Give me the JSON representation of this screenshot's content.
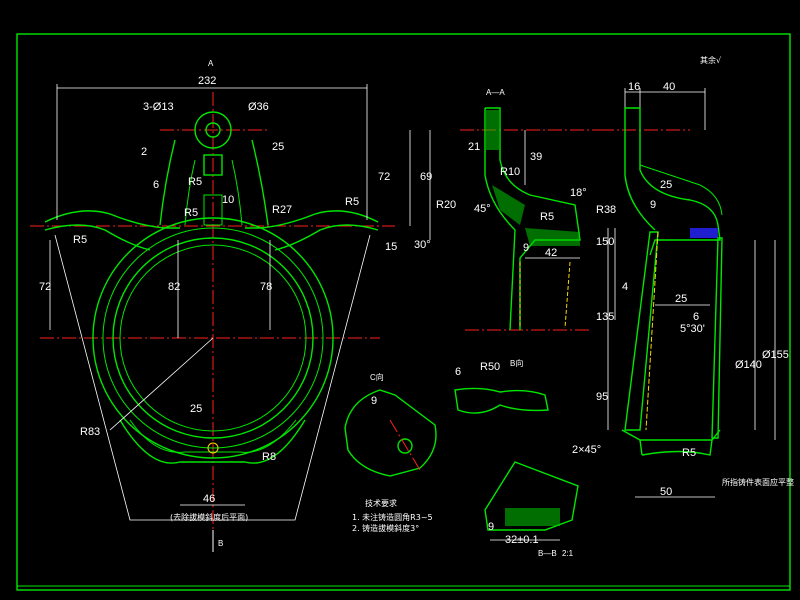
{
  "drawing": {
    "frame_color": "#00e600",
    "centerline_color": "#ff2020",
    "dimension_color": "#ffffff",
    "roughness_mark": "其余√",
    "front_view": {
      "dims": {
        "width": "232",
        "holes": "3-Ø13",
        "boss": "Ø36",
        "d25": "25",
        "d2": "2",
        "d6": "6",
        "r5a": "R5",
        "d10": "10",
        "r5b": "R5",
        "r27": "R27",
        "d72v": "72",
        "d69": "69",
        "r5c": "R5",
        "r5d": "R5",
        "d72l": "72",
        "d82": "82",
        "d78": "78",
        "d30": "30°",
        "d15": "15",
        "r83": "R83",
        "d25b": "25",
        "r8": "R8",
        "d46": "46",
        "marker_a": "A",
        "marker_b": "B"
      },
      "caption": "(去除拔模斜度后平面)"
    },
    "section_aa": {
      "title": "A—A",
      "dims": {
        "d21": "21",
        "r10": "R10",
        "d39": "39",
        "r20": "R20",
        "d45": "45°",
        "r5": "R5",
        "d18": "18°",
        "r38": "R38",
        "d9": "9",
        "d42": "42"
      }
    },
    "view_c": {
      "title": "C向",
      "dims": {
        "d9": "9"
      }
    },
    "view_b": {
      "title": "B向",
      "dims": {
        "d6": "6",
        "r50": "R50"
      }
    },
    "section_bb": {
      "title": "B—B",
      "scale": "2:1",
      "dims": {
        "d9": "9",
        "d32": "32±0.1"
      }
    },
    "side_view": {
      "dims": {
        "d16": "16",
        "d40": "40",
        "d25a": "25",
        "d9": "9",
        "d150": "150",
        "d135": "135",
        "d95": "95",
        "d4": "4",
        "d25b": "25",
        "d6": "6",
        "angle": "5°30'",
        "dia140": "Ø140",
        "dia155": "Ø155",
        "chamfer": "2×45°",
        "r5": "R5",
        "d50": "50"
      },
      "note": "所指铸件表面应平整"
    },
    "tech_req": {
      "title": "技术要求",
      "items": [
        "1. 未注铸造圆角R3~5",
        "2. 铸造拔模斜度3°"
      ]
    }
  }
}
